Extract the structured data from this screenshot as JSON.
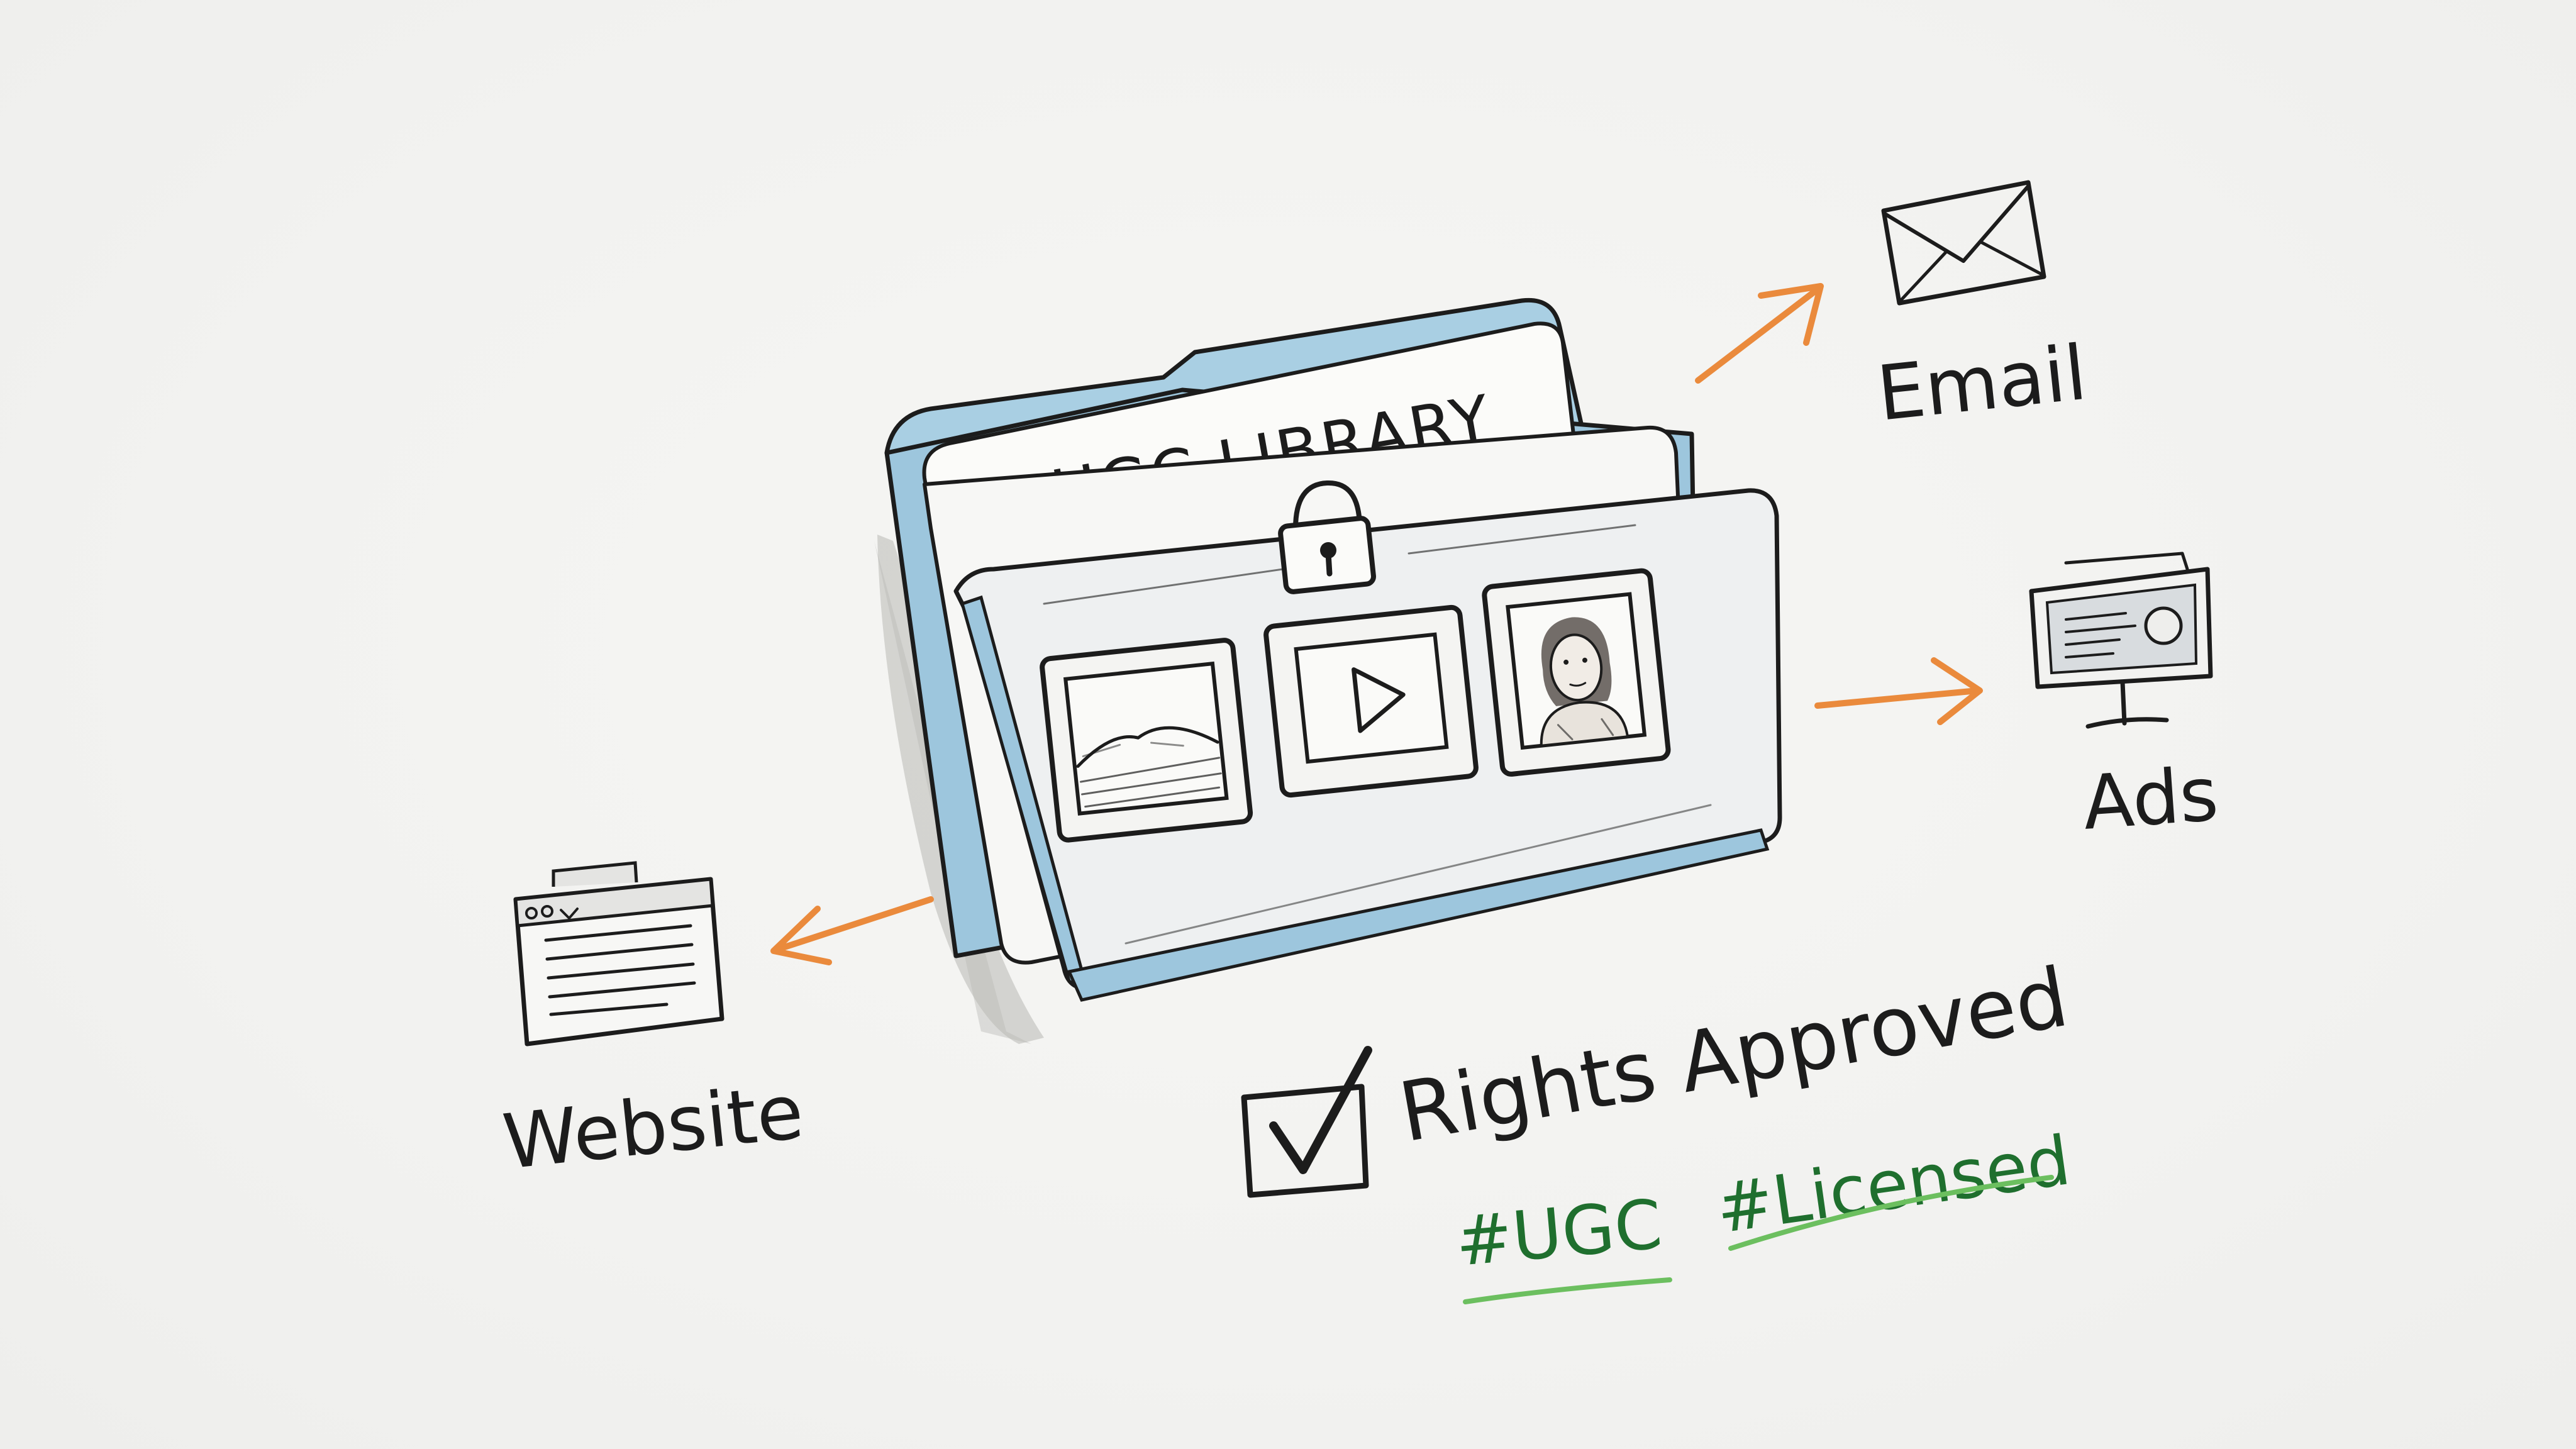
{
  "library": {
    "label": "UGC LIBRARY"
  },
  "media_cards": [
    {
      "kind": "landscape-photo"
    },
    {
      "kind": "video-play"
    },
    {
      "kind": "portrait-photo"
    }
  ],
  "channels": {
    "email": "Email",
    "ads": "Ads",
    "website": "Website"
  },
  "rights": {
    "status": "Rights Approved",
    "checked": true
  },
  "tags": [
    {
      "text": "#UGC",
      "color": "#1f6f2e",
      "underline": "#6cbf5f"
    },
    {
      "text": "#Licensed",
      "color": "#1f6f2e",
      "underline": "#6cbf5f"
    }
  ],
  "colors": {
    "ink": "#1c1c1c",
    "folder_blue": "#9dc6dd",
    "arrow_orange": "#ea8a3c",
    "tag_green": "#1f6f2e"
  }
}
